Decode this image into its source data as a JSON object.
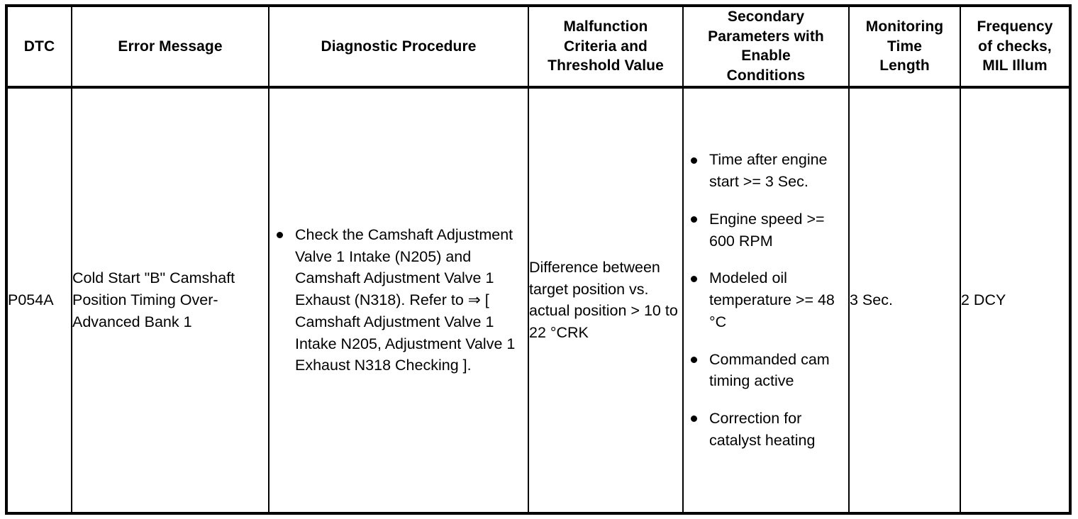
{
  "table": {
    "columns": [
      {
        "key": "dtc",
        "header": "DTC"
      },
      {
        "key": "error",
        "header": "Error Message"
      },
      {
        "key": "procedure",
        "header": "Diagnostic Procedure"
      },
      {
        "key": "malfunction",
        "header": "Malfunction\nCriteria and\nThreshold Value"
      },
      {
        "key": "secondary",
        "header": "Secondary\nParameters with\nEnable\nConditions"
      },
      {
        "key": "monitoring",
        "header": "Monitoring\nTime\nLength"
      },
      {
        "key": "frequency",
        "header": "Frequency\nof checks,\nMIL Illum"
      }
    ],
    "rows": [
      {
        "dtc": "P054A",
        "error": "Cold Start \"B\" Camshaft Position Timing Over-Advanced Bank 1",
        "procedure_bullets": [
          "Check the Camshaft Adjustment Valve 1 Intake (N205) and Camshaft Adjustment Valve 1 Exhaust (N318). Refer to ⇒ [ Camshaft Adjustment Valve 1 Intake N205, Adjustment Valve 1 Exhaust N318 Checking ]."
        ],
        "malfunction": "Difference between target position vs. actual position > 10 to 22 °CRK",
        "secondary_bullets": [
          "Time after engine start >= 3 Sec.",
          "Engine speed >= 600 RPM",
          "Modeled oil temperature >= 48 °C",
          "Commanded cam timing active",
          "Correction for catalyst heating"
        ],
        "monitoring": "3 Sec.",
        "frequency": "2 DCY"
      }
    ]
  },
  "style": {
    "border_color": "#000000",
    "text_color": "#000000",
    "background": "#ffffff"
  }
}
